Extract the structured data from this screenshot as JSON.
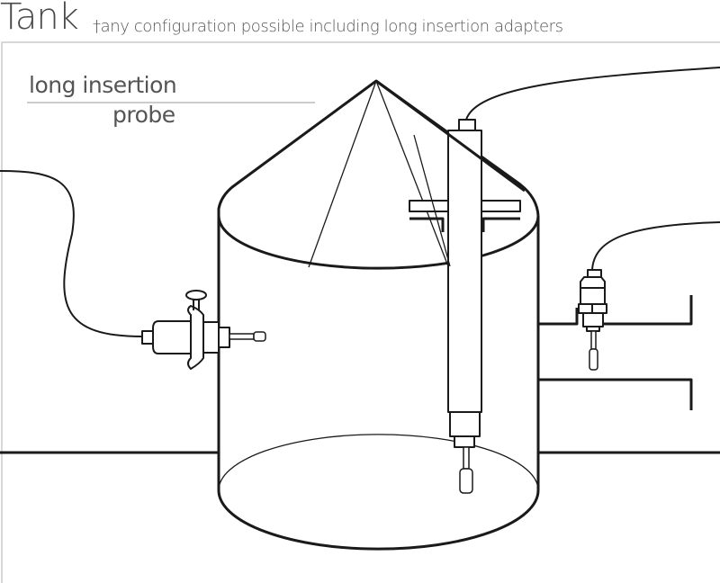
{
  "header": {
    "title": "Tank",
    "subtitle": "†any configuration possible including long insertion adapters"
  },
  "labels": {
    "probe_label_line1": "long insertion",
    "probe_label_line2": "probe"
  },
  "colors": {
    "stroke": "#1a1a1a",
    "text": "#555555",
    "frame": "#cccccc"
  }
}
